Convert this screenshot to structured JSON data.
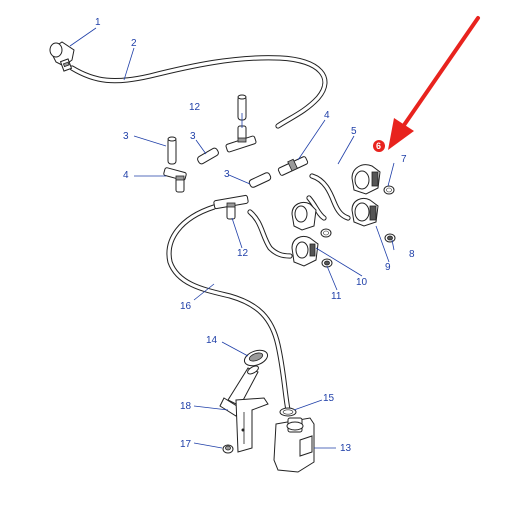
{
  "callouts": [
    {
      "id": "c1",
      "text": "1"
    },
    {
      "id": "c2",
      "text": "2"
    },
    {
      "id": "c3a",
      "text": "3"
    },
    {
      "id": "c3b",
      "text": "3"
    },
    {
      "id": "c3c",
      "text": "3"
    },
    {
      "id": "c4a",
      "text": "4"
    },
    {
      "id": "c4b",
      "text": "4"
    },
    {
      "id": "c5",
      "text": "5"
    },
    {
      "id": "c6",
      "text": "6"
    },
    {
      "id": "c7",
      "text": "7"
    },
    {
      "id": "c8",
      "text": "8"
    },
    {
      "id": "c9",
      "text": "9"
    },
    {
      "id": "c10",
      "text": "10"
    },
    {
      "id": "c11",
      "text": "11"
    },
    {
      "id": "c12a",
      "text": "12"
    },
    {
      "id": "c12b",
      "text": "12"
    },
    {
      "id": "c13",
      "text": "13"
    },
    {
      "id": "c14",
      "text": "14"
    },
    {
      "id": "c15",
      "text": "15"
    },
    {
      "id": "c16",
      "text": "16"
    },
    {
      "id": "c17",
      "text": "17"
    },
    {
      "id": "c18",
      "text": "18"
    }
  ],
  "colors": {
    "callout_text": "#1f3fa8",
    "highlight_arrow": "#e8231e",
    "highlight_badge": "#e8231e",
    "line_art": "#222222"
  },
  "highlighted_callout": "6"
}
